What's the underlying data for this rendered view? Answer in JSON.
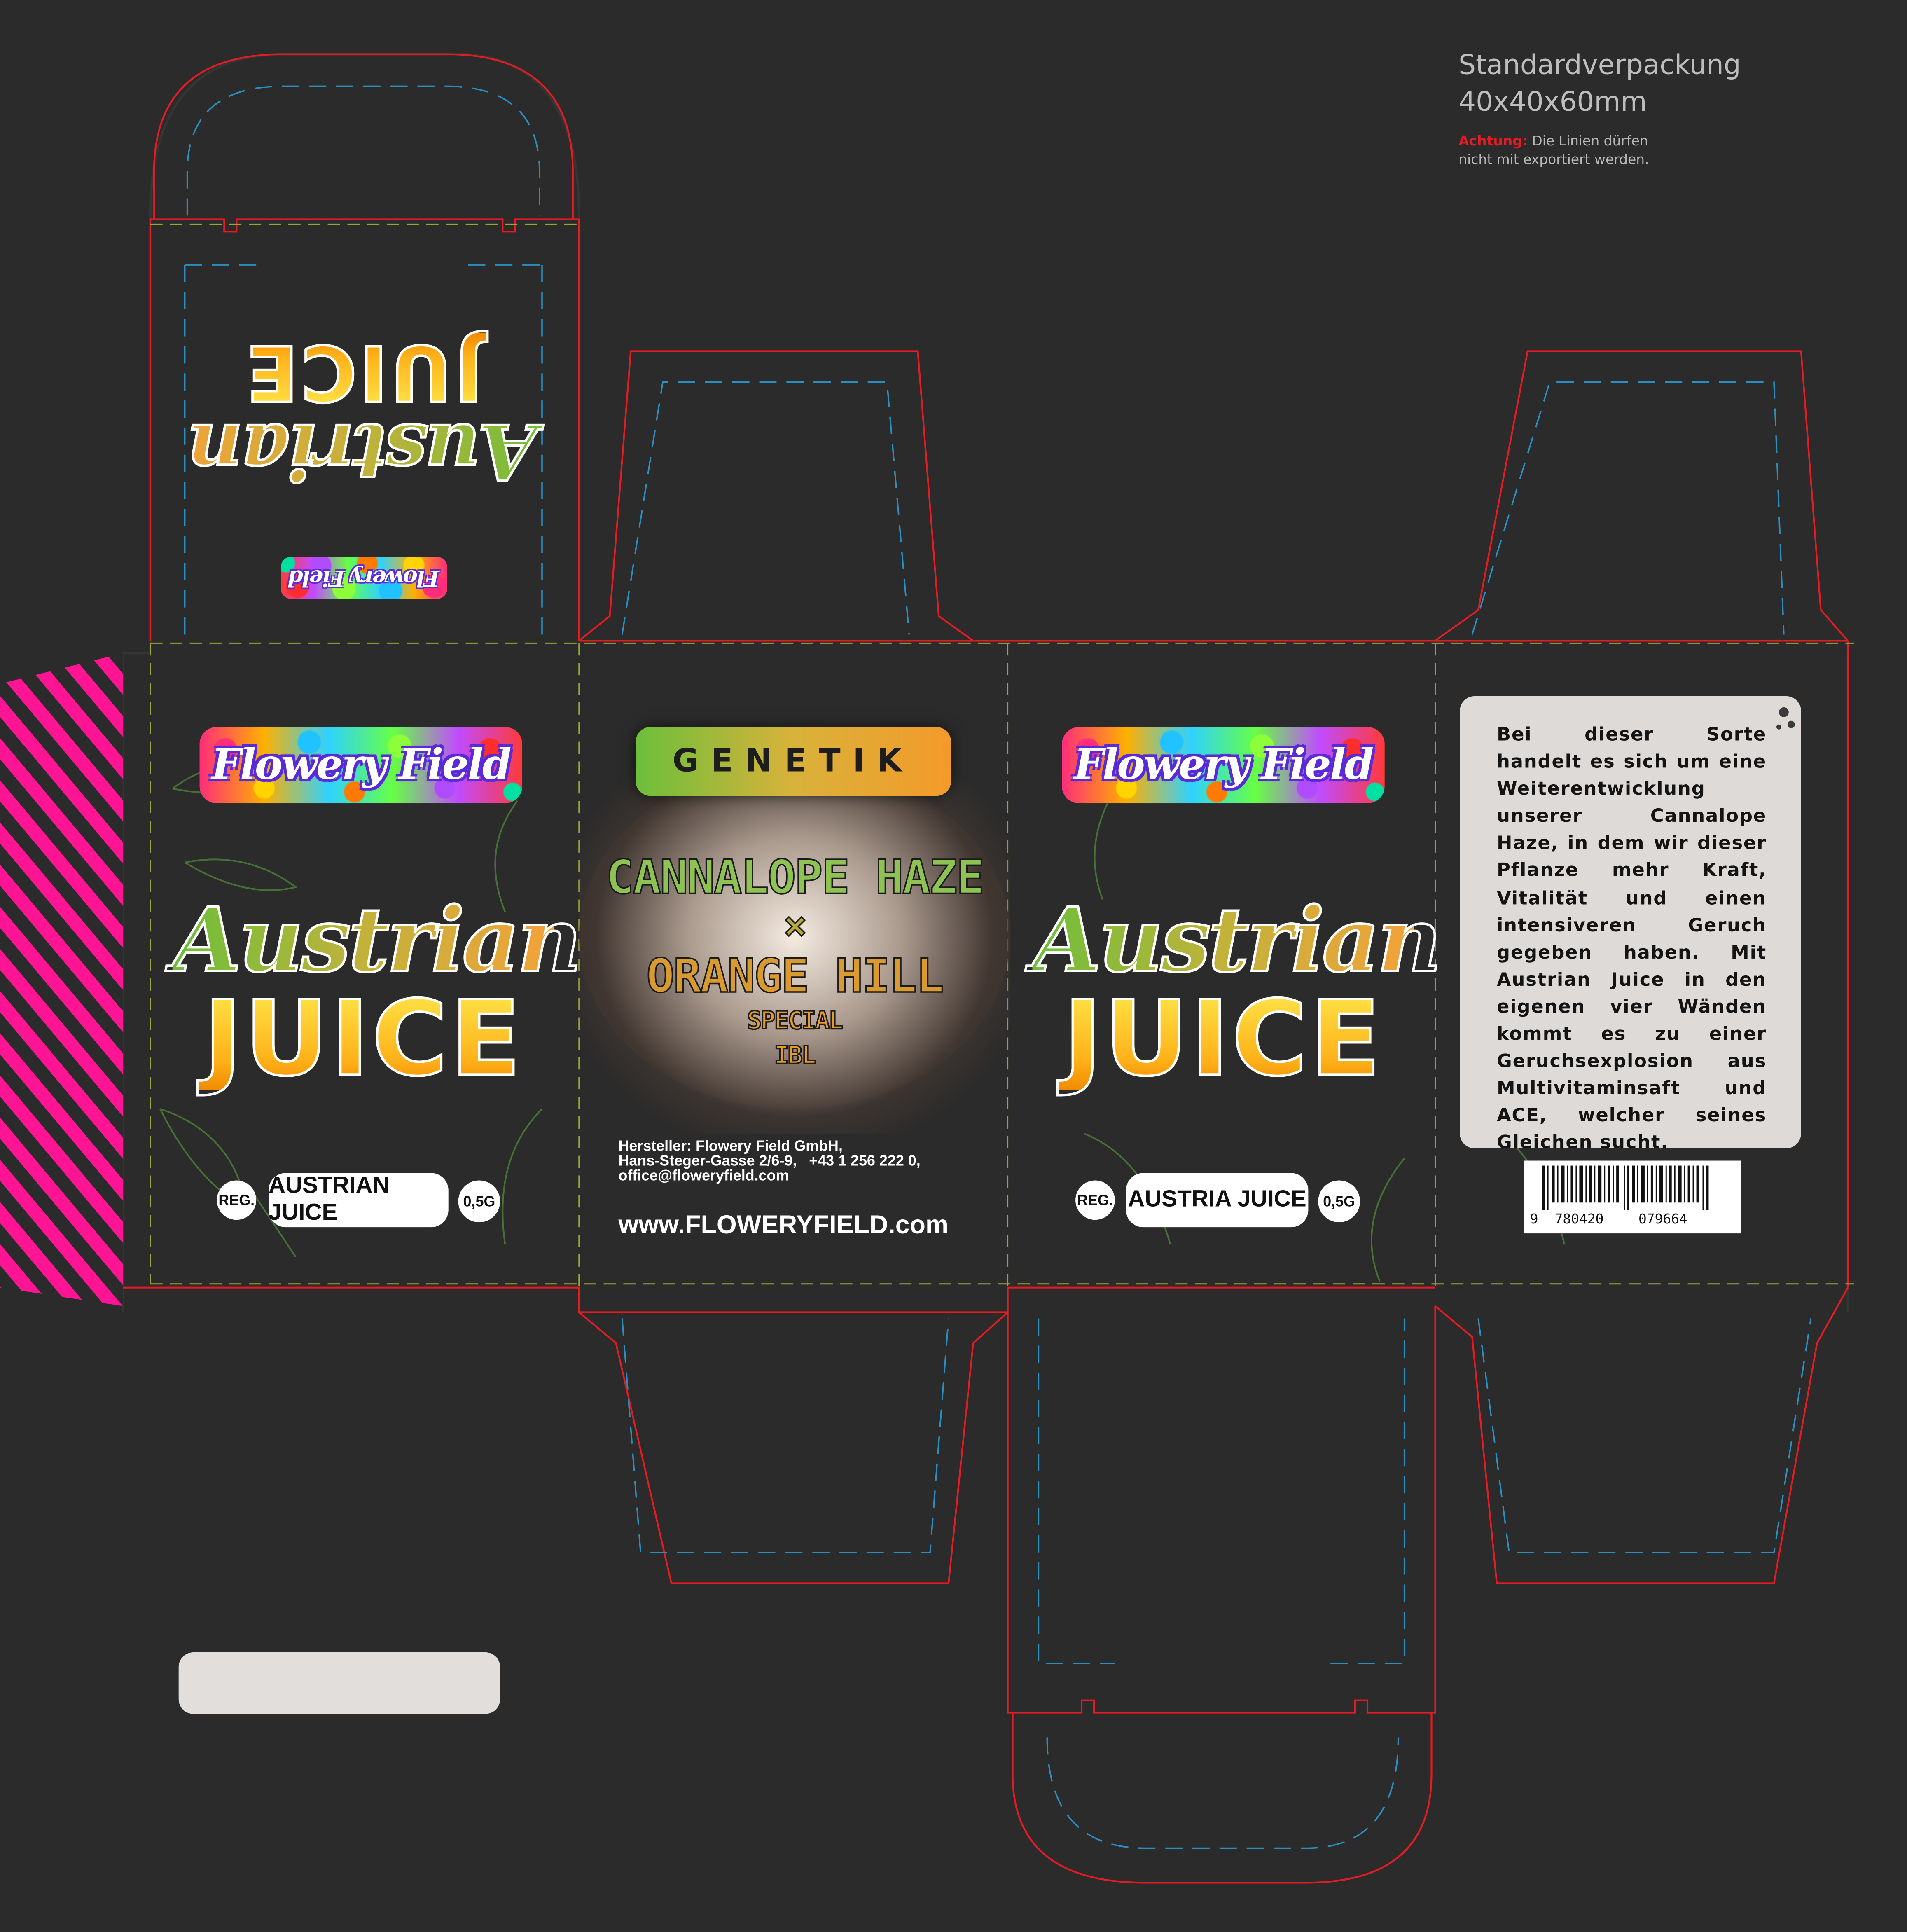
{
  "header": {
    "title": "Standardverpackung",
    "size": "40x40x60mm",
    "warning_label": "Achtung:",
    "warning_text_1": "Die Linien dürfen",
    "warning_text_2": "nicht mit exportiert werden."
  },
  "brand": {
    "logo_text": "Flowery Field"
  },
  "product": {
    "name_line1": "Austrian",
    "name_line2": "JUICE"
  },
  "front_panel": {
    "reg_label": "REG.",
    "name_pill": "AUSTRIAN JUICE",
    "weight": "0,5G"
  },
  "back_panel": {
    "reg_label": "REG.",
    "name_pill": "AUSTRIA JUICE",
    "weight": "0,5G"
  },
  "genetics": {
    "label": "GENETIK",
    "parent1": "CANNALOPE HAZE",
    "cross": "×",
    "parent2": "ORANGE HILL",
    "parent2_sub1": "SPECIAL",
    "parent2_sub2": "IBL"
  },
  "manufacturer": {
    "line1": "Hersteller: Flowery Field GmbH,",
    "line2": "Hans-Steger-Gasse 2/6-9,   +43 1 256 222 0,",
    "line3": "office@floweryfield.com"
  },
  "website": "www.FLOWERYFIELD.com",
  "description": "Bei dieser Sorte handelt es sich um eine Weiterentwicklung unserer Cannalope Haze, in dem wir dieser Pflanze mehr Kraft, Vitalität und einen intensiveren Geruch gegeben haben. Mit Austrian Juice in den eigenen vier Wänden kommt es zu einer Geruchsexplosion aus Multivitaminsaft und ACE, welcher seines Gleichen sucht.",
  "barcode": {
    "digit_first": "9",
    "digits_group1": "780420",
    "digits_group2": "079664"
  },
  "colors": {
    "background": "#2b2b2b",
    "cut_line": "#e31b23",
    "fold_line_top": "#2a8fc0",
    "fold_line_main": "#9aa33a",
    "stripe_pink": "#ff1493",
    "label_white": "#dedad8"
  }
}
